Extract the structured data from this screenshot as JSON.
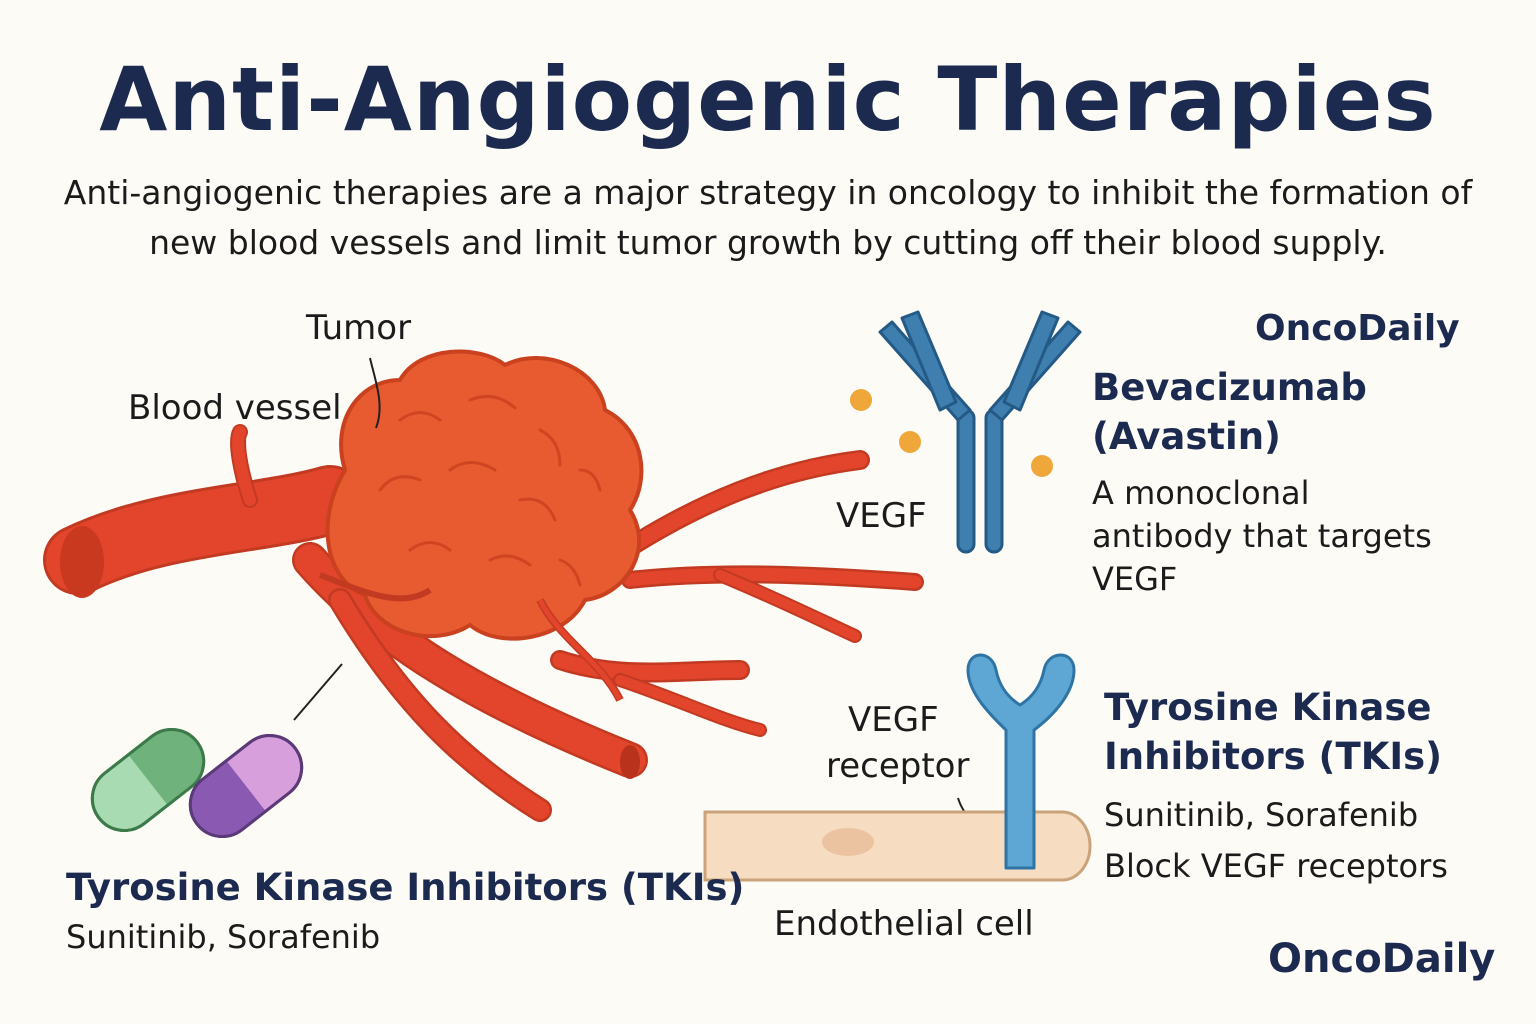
{
  "title": "Anti-Angiogenic Therapies",
  "subtitle": "Anti-angiogenic therapies are a major strategy in oncology to inhibit the formation of new blood vessels and limit tumor growth by cutting off their blood supply.",
  "labels": {
    "tumor": "Tumor",
    "blood_vessel": "Blood vessel",
    "vegf": "VEGF",
    "vegf_receptor_line1": "VEGF",
    "vegf_receptor_line2": "receptor",
    "endothelial_cell": "Endothelial cell"
  },
  "bevacizumab": {
    "name_line1": "Bevacizumab",
    "name_line2": "(Avastin)",
    "desc_line1": "A monoclonal",
    "desc_line2": "antibody that targets",
    "desc_line3": "VEGF"
  },
  "tki_right": {
    "title_line1": "Tyrosine Kinase",
    "title_line2": "Inhibitors (TKIs)",
    "drugs": "Sunitinib, Sorafenib",
    "action": "Block VEGF receptors"
  },
  "tki_left": {
    "title": "Tyrosine Kinase Inhibitors (TKIs)",
    "drugs": "Sunitinib, Sorafenib"
  },
  "brand": {
    "top": "OncoDaily",
    "bottom": "OncoDaily"
  },
  "colors": {
    "title": "#1c2a4f",
    "vessel": "#e2452b",
    "tumor": "#e85a30",
    "antibody": "#3f7fb0",
    "receptor": "#5ea7d4",
    "vegf_dot": "#f0a73a",
    "cell": "#f6dcc0",
    "capsule_green": "#7fc48c",
    "capsule_purple": "#9a6ab8"
  }
}
